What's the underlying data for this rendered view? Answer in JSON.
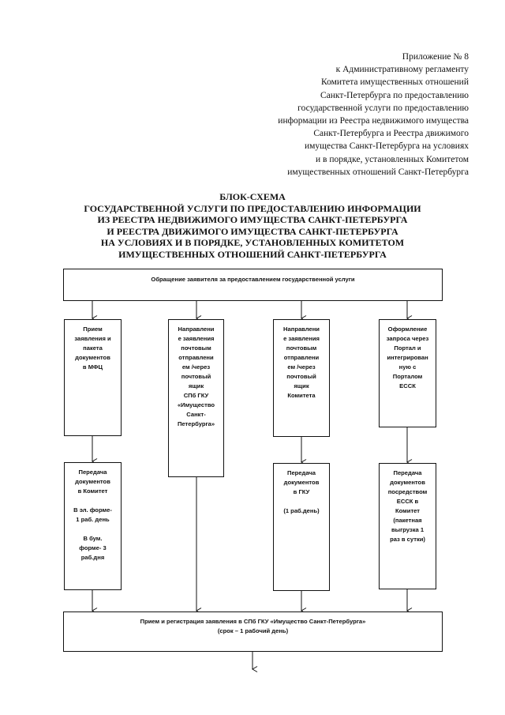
{
  "appendix": {
    "lines": [
      "Приложение № 8",
      "к Административному регламенту",
      "Комитета имущественных отношений",
      "Санкт-Петербурга по предоставлению",
      "государственной услуги по предоставлению",
      "информации из Реестра недвижимого имущества",
      "Санкт-Петербурга и Реестра движимого",
      "имущества Санкт-Петербурга на условиях",
      "и в порядке, установленных Комитетом",
      "имущественных отношений Санкт-Петербурга"
    ]
  },
  "title": {
    "lines": [
      "БЛОК-СХЕМА",
      "ГОСУДАРСТВЕННОЙ УСЛУГИ ПО ПРЕДОСТАВЛЕНИЮ ИНФОРМАЦИИ",
      "ИЗ РЕЕСТРА НЕДВИЖИМОГО ИМУЩЕСТВА САНКТ-ПЕТЕРБУРГА",
      "И РЕЕСТРА ДВИЖИМОГО ИМУЩЕСТВА САНКТ-ПЕТЕРБУРГА",
      "НА УСЛОВИЯХ И В ПОРЯДКЕ, УСТАНОВЛЕННЫХ КОМИТЕТОМ",
      "ИМУЩЕСТВЕННЫХ ОТНОШЕНИЙ САНКТ-ПЕТЕРБУРГА"
    ]
  },
  "flow": {
    "top": "Обращение заявителя за предоставлением государственной услуги",
    "col1": [
      "Прием",
      "заявления и",
      "пакета",
      "документов",
      "в МФЦ"
    ],
    "col2": [
      "Направлени",
      "е заявления",
      "почтовым",
      "отправлени",
      "ем /через",
      "почтовый",
      "ящик",
      "СПб ГКУ",
      "«Имущество",
      "Санкт-",
      "Петербурга»"
    ],
    "col3": [
      "Направлени",
      "е заявления",
      "почтовым",
      "отправлени",
      "ем /через",
      "почтовый",
      "ящик",
      "Комитета"
    ],
    "col4": [
      "Оформление",
      "запроса через",
      "Портал и",
      "интегрирован",
      "ную с",
      "Порталом",
      "ЕССК"
    ],
    "col1_transfer": [
      "Передача",
      "документов",
      "в Комитет",
      "",
      "В эл. форме-",
      "1 раб. день",
      "",
      "В бум.",
      "форме- 3",
      "раб.дня"
    ],
    "col3_transfer": [
      "Передача",
      "документов",
      "в ГКУ",
      "",
      "(1 раб.день)"
    ],
    "col4_transfer": [
      "Передача",
      "документов",
      "посредством",
      "ЕССК в",
      "Комитет",
      "(пакетная",
      "выгрузка 1",
      "раз в сутки)"
    ],
    "bottom": [
      "Прием и регистрация заявления в СПб ГКУ «Имущество Санкт-Петербурга»",
      "(срок – 1 рабочий день)"
    ]
  },
  "colors": {
    "line": "#111111",
    "background": "#ffffff"
  }
}
